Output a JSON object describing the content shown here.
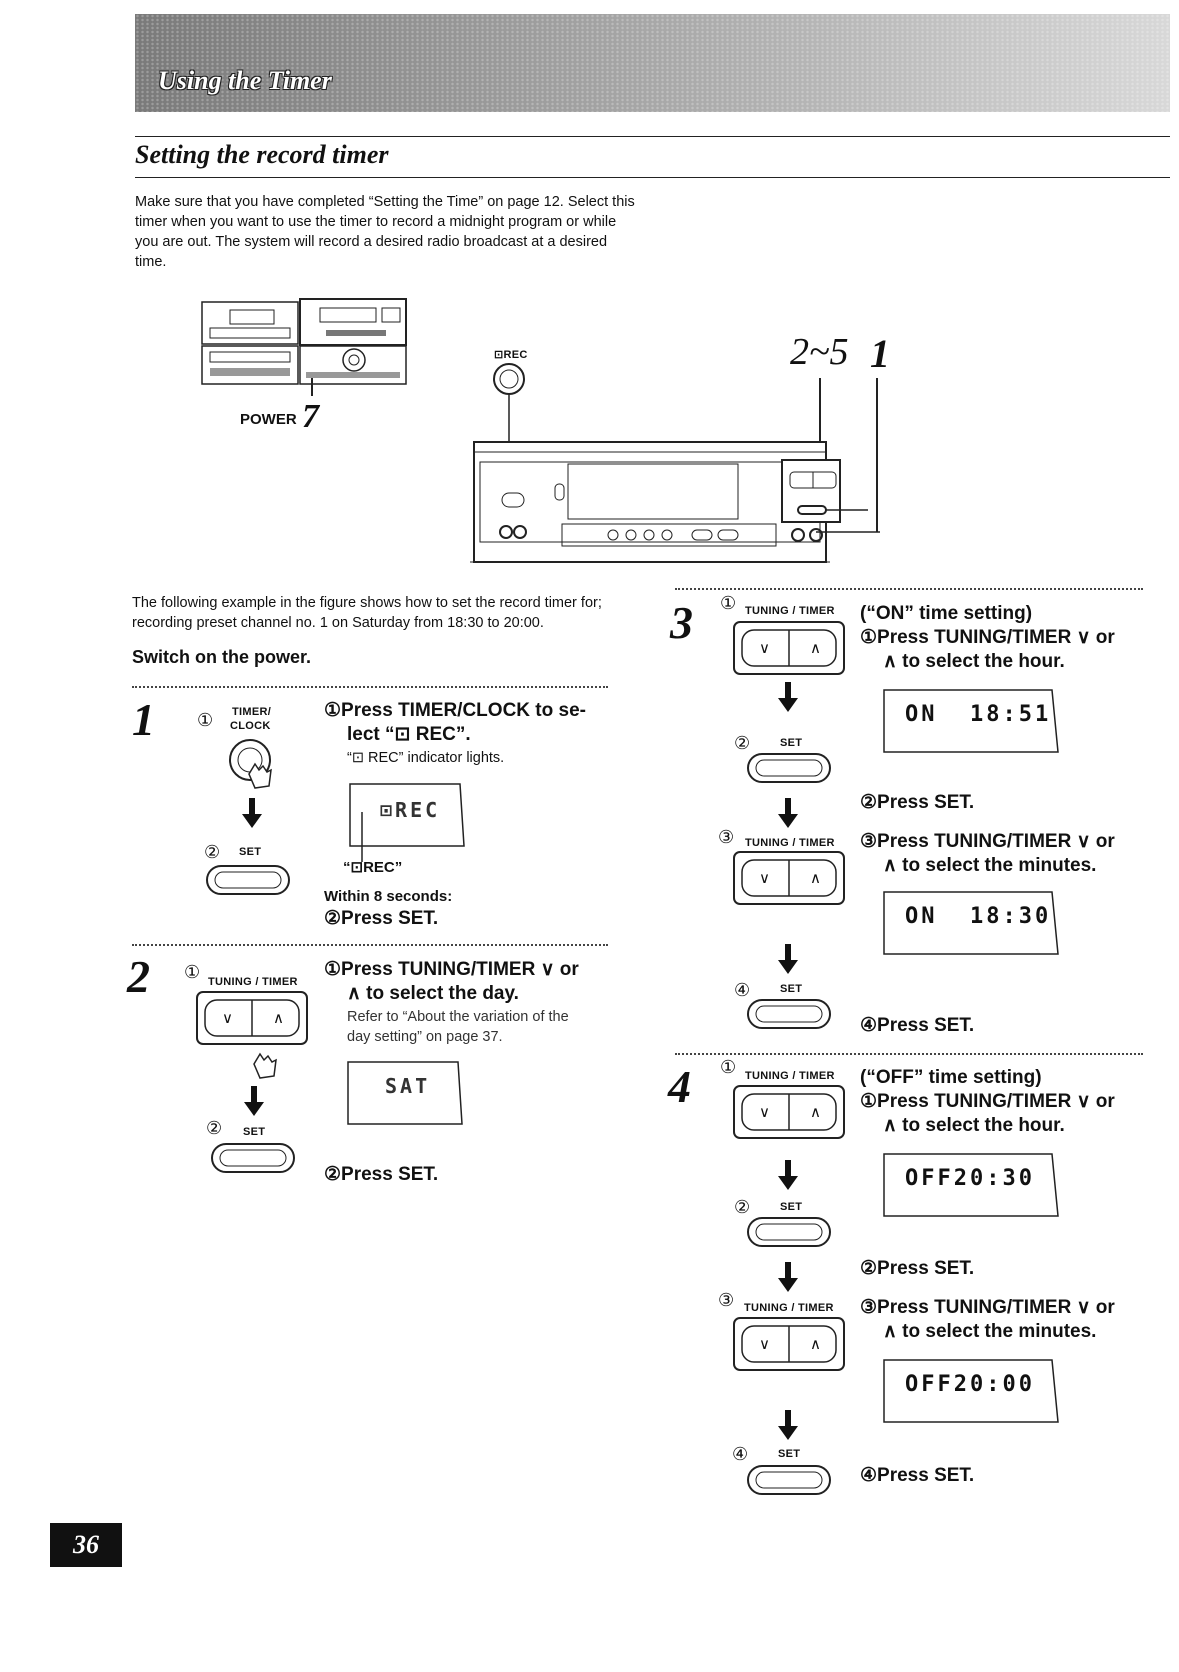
{
  "header": {
    "banner_title": "Using the Timer",
    "section_title": "Setting the record timer"
  },
  "intro": "Make sure that you have completed “Setting the Time” on page 12. Select this timer when you want to use the timer to record a midnight program or while you are out. The system will record a desired radio broadcast at a desired time.",
  "figure": {
    "power_label": "POWER",
    "power_step": "7",
    "rec_label": "⊡REC",
    "step_range": "2~5",
    "step_one": "1"
  },
  "example": "The following example in the figure shows how to set the record timer for; recording preset channel no. 1 on Saturday from 18:30 to 20:00.",
  "switch_on": "Switch on the power.",
  "labels": {
    "timer_clock_1": "TIMER/",
    "timer_clock_2": "CLOCK",
    "set": "SET",
    "tuning_timer": "TUNING / TIMER",
    "down": "∨",
    "up": "∧"
  },
  "circled": {
    "c1": "①",
    "c2": "②",
    "c3": "③",
    "c4": "④"
  },
  "step1": {
    "num": "1",
    "instr_a": "①Press TIMER/CLOCK to se-",
    "instr_b": "lect “⊡ REC”.",
    "note": "“⊡ REC” indicator lights.",
    "lcd": "⊡REC",
    "callout": "“⊡REC”",
    "within": "Within 8 seconds:",
    "press_set": "②Press SET."
  },
  "step2": {
    "num": "2",
    "instr_a": "①Press TUNING/TIMER ∨ or",
    "instr_b": "∧ to select the day.",
    "note_a": "Refer to “About the variation of the",
    "note_b": "day setting” on page 37.",
    "lcd": "SAT",
    "press_set": "②Press SET."
  },
  "step3": {
    "num": "3",
    "heading": "(“ON” time setting)",
    "instr1_a": "①Press TUNING/TIMER ∨ or",
    "instr1_b": "∧ to select the hour.",
    "lcd1": "ON  18:51",
    "press_set_2": "②Press SET.",
    "instr3_a": "③Press TUNING/TIMER ∨ or",
    "instr3_b": "∧ to select the minutes.",
    "lcd2": "ON  18:30",
    "press_set_4": "④Press SET."
  },
  "step4": {
    "num": "4",
    "heading": "(“OFF” time setting)",
    "instr1_a": "①Press TUNING/TIMER ∨ or",
    "instr1_b": "∧ to select the hour.",
    "lcd1": "OFF20:30",
    "press_set_2": "②Press SET.",
    "instr3_a": "③Press TUNING/TIMER ∨ or",
    "instr3_b": "∧ to select the minutes.",
    "lcd2": "OFF20:00",
    "press_set_4": "④Press SET."
  },
  "page_number": "36"
}
